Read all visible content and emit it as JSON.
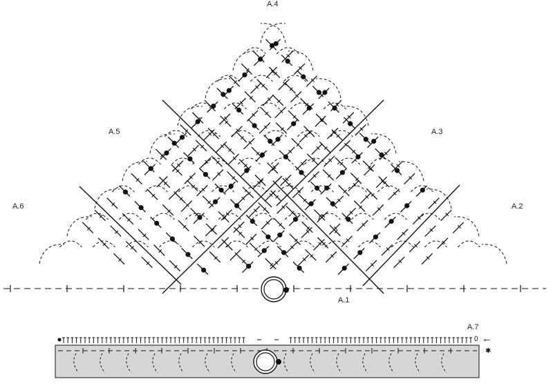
{
  "diagram": {
    "sections": {
      "a1": "A.1",
      "a2": "A.2",
      "a3": "A.3",
      "a4": "A.4",
      "a5": "A.5",
      "a6": "A.6",
      "a7": "A.7"
    },
    "row_marker": "0",
    "repeat_marker": "✱",
    "direction_arrow": "←",
    "colors": {
      "ink": "#111111",
      "panel": "#d6d6d6"
    }
  }
}
